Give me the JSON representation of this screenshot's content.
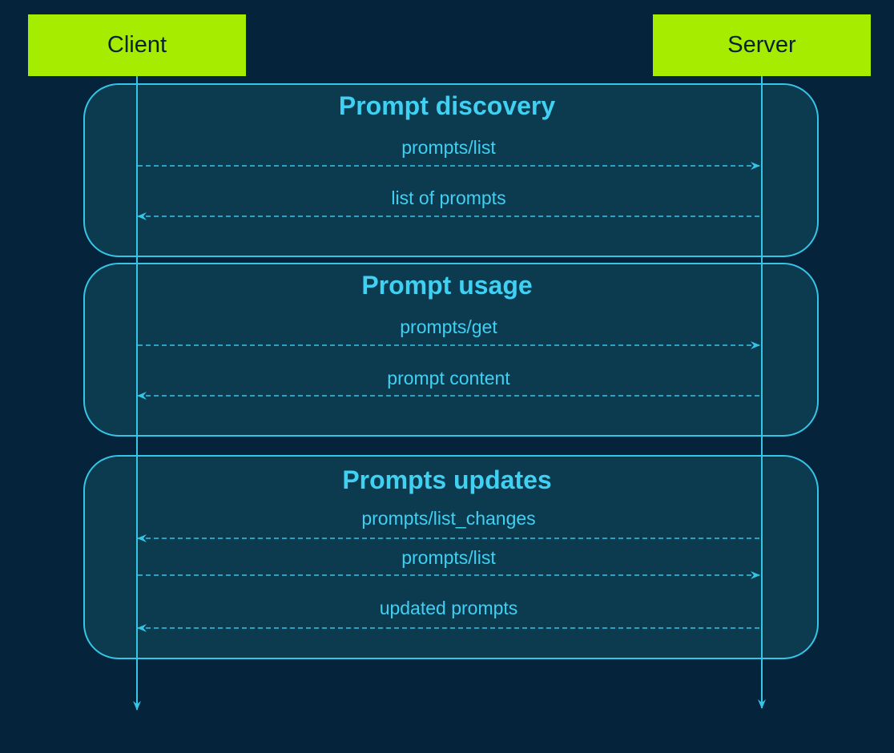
{
  "actors": {
    "client": "Client",
    "server": "Server"
  },
  "groups": [
    {
      "title": "Prompt discovery",
      "messages": [
        {
          "label": "prompts/list",
          "direction": "to-server"
        },
        {
          "label": "list of prompts",
          "direction": "to-client"
        }
      ]
    },
    {
      "title": "Prompt usage",
      "messages": [
        {
          "label": "prompts/get",
          "direction": "to-server"
        },
        {
          "label": "prompt content",
          "direction": "to-client"
        }
      ]
    },
    {
      "title": "Prompts updates",
      "messages": [
        {
          "label": "prompts/list_changes",
          "direction": "to-client"
        },
        {
          "label": "prompts/list",
          "direction": "to-server"
        },
        {
          "label": "updated prompts",
          "direction": "to-client"
        }
      ]
    }
  ],
  "colors": {
    "background": "#05233a",
    "actor_fill": "#a6ec00",
    "group_fill": "#0c3a4f",
    "accent": "#35c6e6"
  }
}
